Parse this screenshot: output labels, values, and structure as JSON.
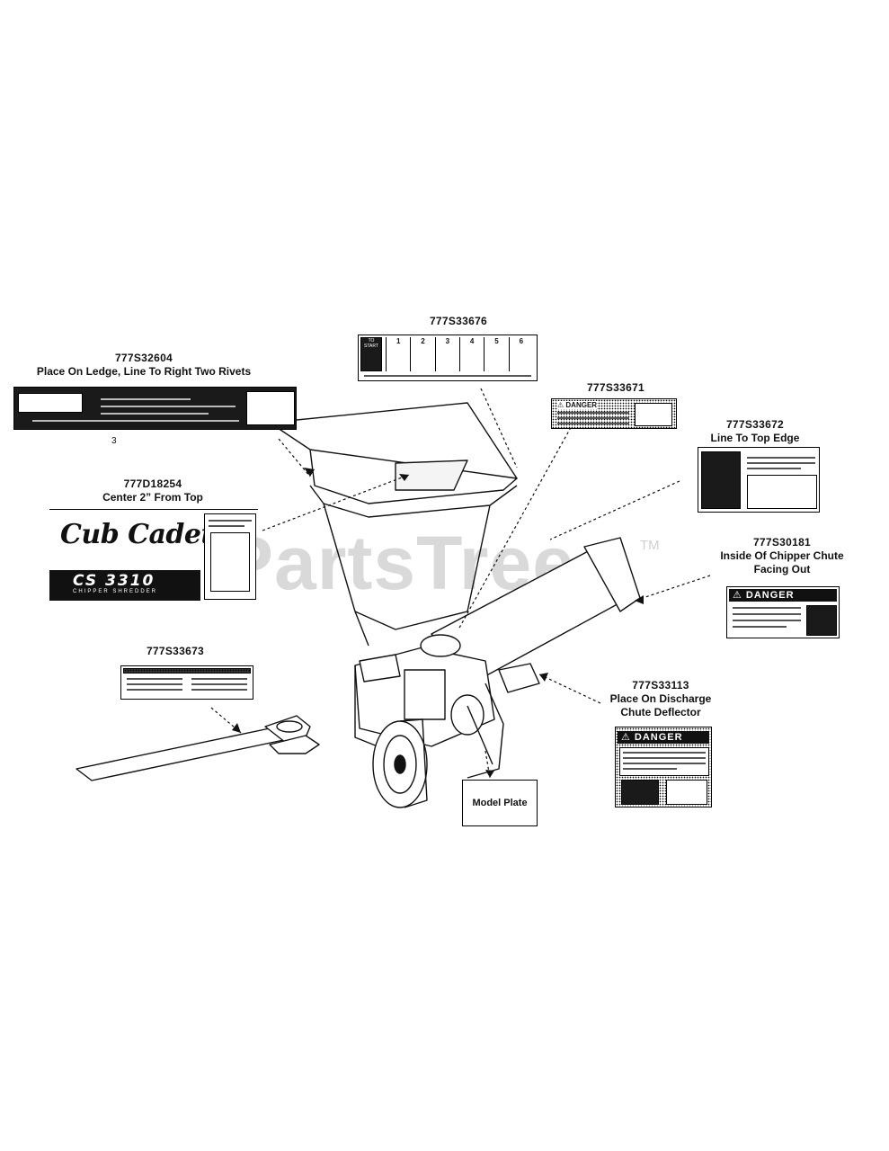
{
  "watermark": {
    "text": "PartsTree",
    "tm": "TM"
  },
  "callouts": [
    {
      "id": "32604",
      "part": "777S32604",
      "note": "Place On Ledge, Line To Right Two Rivets"
    },
    {
      "id": "33676",
      "part": "777S33676",
      "note": ""
    },
    {
      "id": "33671",
      "part": "777S33671",
      "note": ""
    },
    {
      "id": "33672",
      "part": "777S33672",
      "note": "Line To Top Edge"
    },
    {
      "id": "18254",
      "part": "777D18254",
      "note": "Center 2” From Top"
    },
    {
      "id": "30181",
      "part": "777S30181",
      "note": "Inside Of Chipper Chute",
      "note2": "Facing Out"
    },
    {
      "id": "33673",
      "part": "777S33673",
      "note": ""
    },
    {
      "id": "33113",
      "part": "777S33113",
      "note": "Place On Discharge",
      "note2": "Chute Deflector"
    }
  ],
  "decal_text": {
    "step_label": "TO START",
    "steps": [
      "1",
      "2",
      "3",
      "4",
      "5",
      "6"
    ],
    "danger_word": "⚠ DANGER",
    "danger_word_small": "⚠ DANGER",
    "logo_brand": "Cub Cadet",
    "logo_model": "CS 3310",
    "logo_sub": "CHIPPER SHREDDER",
    "small_number": "3"
  },
  "model_plate": "Model Plate",
  "colors": {
    "ink": "#111111",
    "watermark": "#d9d9d9",
    "background": "#ffffff"
  }
}
